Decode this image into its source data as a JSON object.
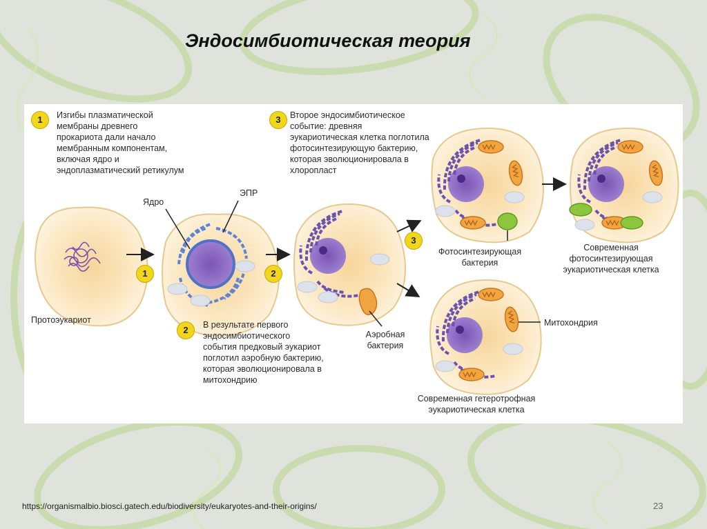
{
  "slide": {
    "title": "Эндосимбиотическая теория",
    "source": "https://organismalbio.biosci.gatech.edu/biodiversity/eukaryotes-and-their-origins/",
    "page_number": "23"
  },
  "steps": [
    {
      "number": "1",
      "text": "Изгибы плазматической\nмембраны древнего\nпрокариота дали начало\nмембранным компонентам,\nвключая ядро и\nэндоплазматический ретикулум"
    },
    {
      "number": "2",
      "text": "В результате первого\nэндосимбиотического\nсобытия предковый эукариот\nпоглотил аэробную бактерию,\nкоторая эволюционировала в\nмитохондрию"
    },
    {
      "number": "3",
      "text": "Второе эндосимбиотическое\nсобытие: древняя\nэукариотическая клетка поглотила\nфотосинтезирующую бактерию,\nкоторая эволюционировала в\nхлоропласт"
    }
  ],
  "labels": {
    "protoeukaryote": "Протоэукариот",
    "nucleus": "Ядро",
    "er": "ЭПР",
    "aerobic_bacterium": "Аэробная\nбактерия",
    "photo_bacterium": "Фотосинтезирующая\nбактерия",
    "modern_photo_cell": "Современная\nфотосинтезирующая\nэукариотическая клетка",
    "mitochondrion": "Митохондрия",
    "modern_hetero_cell": "Современная гетеротрофная\nэукариотическая клетка"
  },
  "colors": {
    "cell_fill": "#fce7bf",
    "cell_border": "#e9c88e",
    "nucleus": "#8a68c0",
    "er": "#6a52b0",
    "mitochondrion": "#e89a3a",
    "chloroplast": "#8cc63f",
    "badge": "#f2d61c"
  }
}
